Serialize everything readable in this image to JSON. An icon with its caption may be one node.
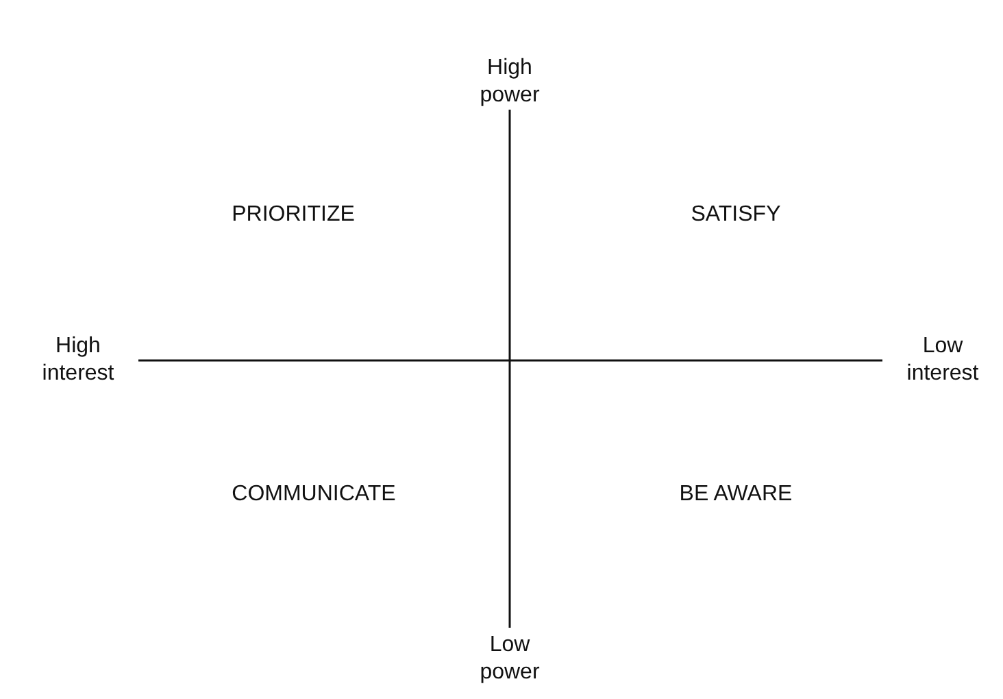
{
  "diagram": {
    "labels": [
      "High power",
      "PRIORITIZE",
      "SATISFY",
      "High interest",
      "Low interest",
      "COMMUNICATE",
      "BE AWARE",
      "Low power"
    ]
  }
}
